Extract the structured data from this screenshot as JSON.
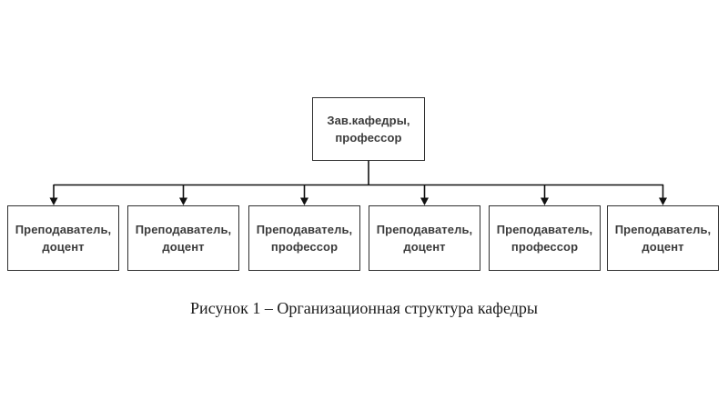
{
  "figure": {
    "caption": "Рисунок 1 – Организационная структура кафедры"
  },
  "org_chart": {
    "root": {
      "label": "Зав.кафедры,\nпрофессор"
    },
    "children": [
      {
        "label": "Преподаватель,\nдоцент"
      },
      {
        "label": "Преподаватель,\nдоцент"
      },
      {
        "label": "Преподаватель,\nпрофессор"
      },
      {
        "label": "Преподаватель,\nдоцент"
      },
      {
        "label": "Преподаватель,\nпрофессор"
      },
      {
        "label": "Преподаватель,\nдоцент"
      }
    ],
    "colors": {
      "box_border": "#2f2f2f",
      "box_fill": "#ffffff",
      "text": "#3b3b3b",
      "connector_line": "#111111"
    }
  }
}
